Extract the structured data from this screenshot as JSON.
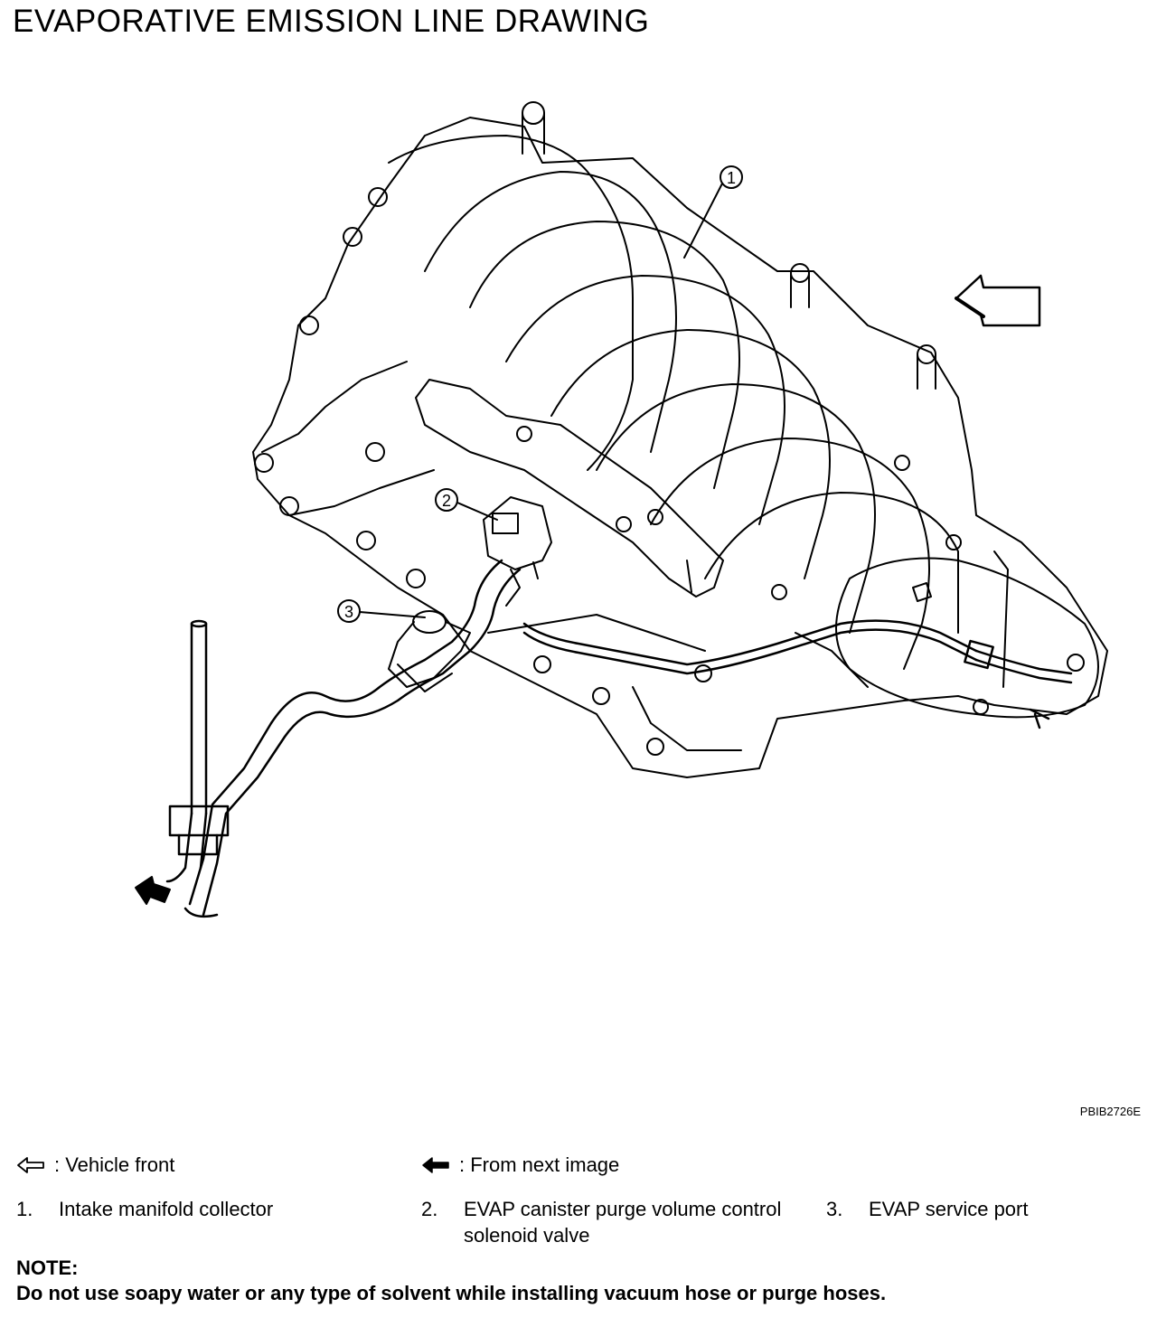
{
  "title": "EVAPORATIVE EMISSION LINE DRAWING",
  "figure_id": "PBIB2726E",
  "callouts": [
    {
      "num": "1",
      "label": "Intake manifold collector"
    },
    {
      "num": "2",
      "label": "EVAP canister purge volume control solenoid valve"
    },
    {
      "num": "3",
      "label": "EVAP service port"
    }
  ],
  "legend": {
    "front_icon": "outline-arrow-left-icon",
    "front_text": ": Vehicle front",
    "next_icon": "solid-arrow-left-icon",
    "next_text": ": From next image"
  },
  "items": [
    {
      "num": "1.",
      "text": "Intake manifold collector"
    },
    {
      "num": "2.",
      "text": "EVAP canister purge volume control solenoid valve"
    },
    {
      "num": "3.",
      "text": "EVAP service port"
    }
  ],
  "note": {
    "heading": "NOTE:",
    "body": "Do not use soapy water or any type of solvent while installing vacuum hose or purge hoses."
  }
}
